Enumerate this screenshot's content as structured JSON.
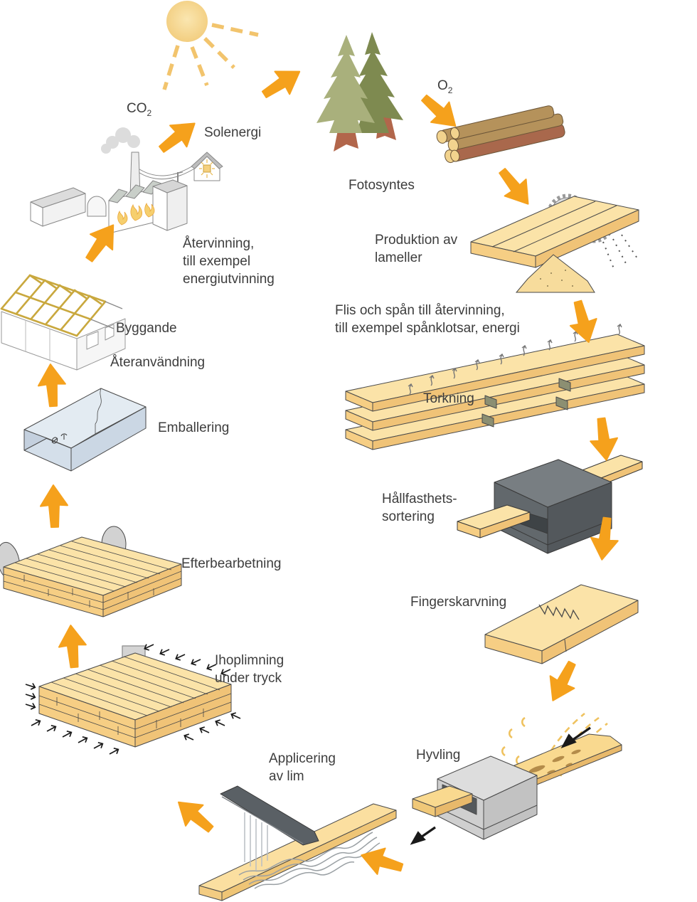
{
  "labels": {
    "co2_main": "CO",
    "co2_sub": "2",
    "solenergi": "Solenergi",
    "o2_main": "O",
    "o2_sub": "2",
    "fotosyntes": "Fotosyntes",
    "produktion_av_lameller": "Produktion av\nlameller",
    "flis_och_span": "Flis och spån till återvinning,\ntill exempel spånklotsar, energi",
    "torkning": "Torkning",
    "hallfasthetssortering": "Hållfasthets-\nsortering",
    "fingerskarvning": "Fingerskarvning",
    "hyvling": "Hyvling",
    "applicering_av_lim": "Applicering\nav lim",
    "ihoplimning_under_tryck": "Ihoplimning\nunder tryck",
    "efterbearbetning": "Efterbearbetning",
    "emballering": "Emballering",
    "byggande": "Byggande",
    "ateranvandning": "Återanvändning",
    "atervinning": "Återvinning,\ntill exempel\nenergiutvinning"
  },
  "colors": {
    "arrow_orange": "#F5A11C",
    "text_gray": "#3D3D3D",
    "wood_light": "#FBE3A8",
    "wood_medium": "#F6CE84",
    "wood_dark": "#F0C377",
    "tree_green_light": "#A9B07C",
    "tree_green_dark": "#7E8A50",
    "trunk_brown": "#B2664B",
    "log_tan": "#B5925B",
    "log_red_brown": "#A9684C",
    "machine_dark_gray": "#5A6064",
    "machine_light_gray": "#D9D9D9",
    "package_blue": "#DFE8F1",
    "sun_yellow": "#F5D488",
    "spacer_olive": "#8C8F72",
    "press_arrow_gray": "#D4D4D4",
    "black_arrow": "#1A1A1A"
  }
}
